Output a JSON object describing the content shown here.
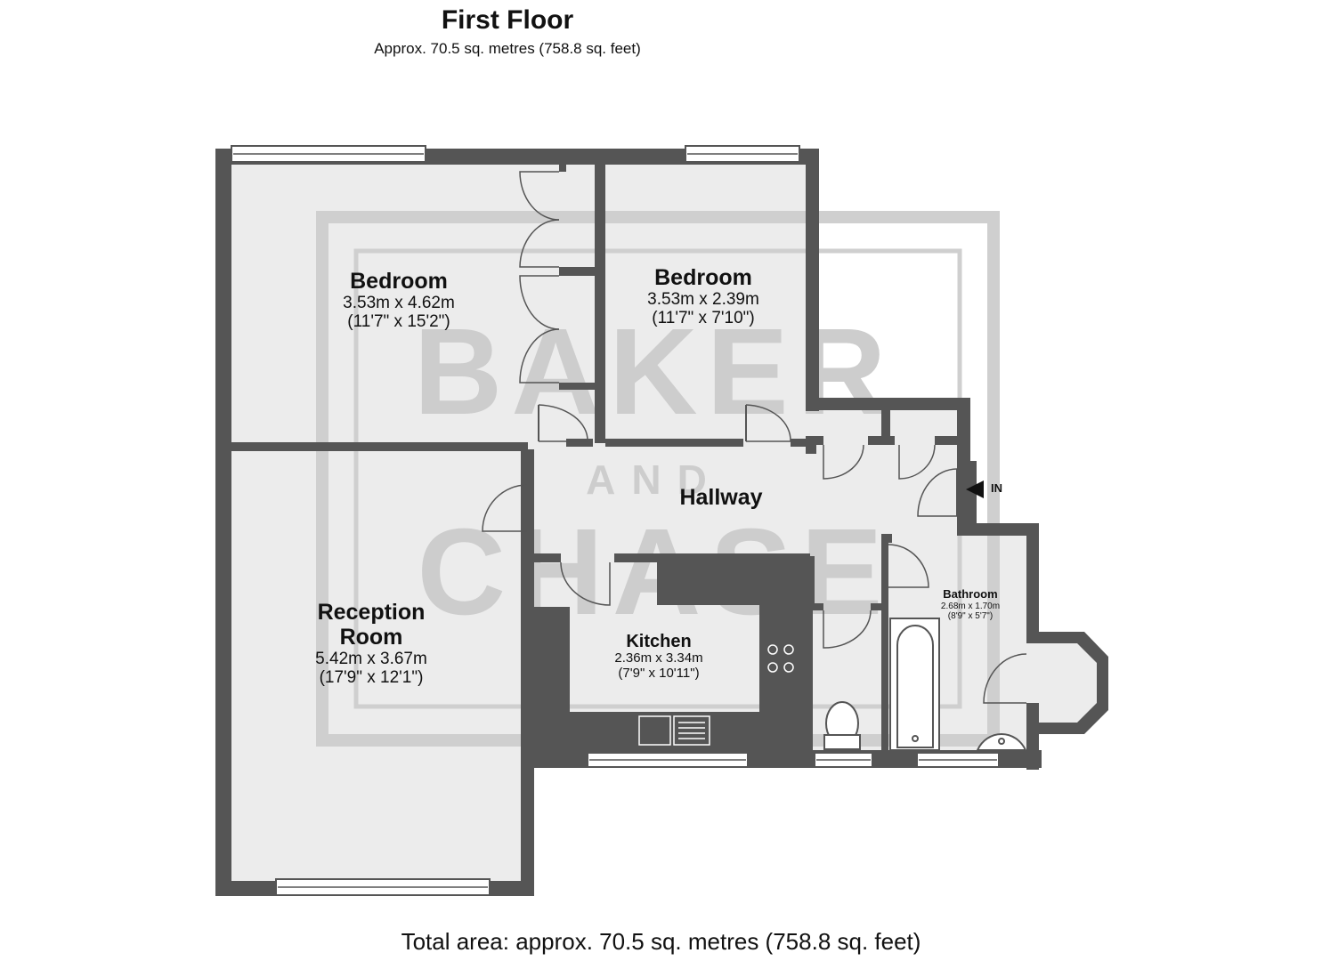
{
  "floor": {
    "title": "First Floor",
    "area": "Approx. 70.5 sq. metres (758.8 sq. feet)"
  },
  "watermark": {
    "line1": "BAKER",
    "line2": "AND",
    "line3": "CHASE"
  },
  "rooms": {
    "bedroom1": {
      "name": "Bedroom",
      "metric": "3.53m x 4.62m",
      "imperial": "(11'7\" x 15'2\")"
    },
    "bedroom2": {
      "name": "Bedroom",
      "metric": "3.53m x 2.39m",
      "imperial": "(11'7\" x 7'10\")"
    },
    "hallway": {
      "name": "Hallway"
    },
    "reception": {
      "name_line1": "Reception",
      "name_line2": "Room",
      "metric": "5.42m x 3.67m",
      "imperial": "(17'9\" x 12'1\")"
    },
    "kitchen": {
      "name": "Kitchen",
      "metric": "2.36m x 3.34m",
      "imperial": "(7'9\" x 10'11\")"
    },
    "bathroom": {
      "name": "Bathroom",
      "metric": "2.68m x 1.70m",
      "imperial": "(8'9\" x 5'7\")"
    }
  },
  "entrance": {
    "label": "IN"
  },
  "total_area": "Total area: approx. 70.5 sq. metres (758.8 sq. feet)",
  "colors": {
    "wall": "#555555",
    "floor": "#ececec",
    "window": "#555555",
    "watermark": "#c8c8c8"
  }
}
